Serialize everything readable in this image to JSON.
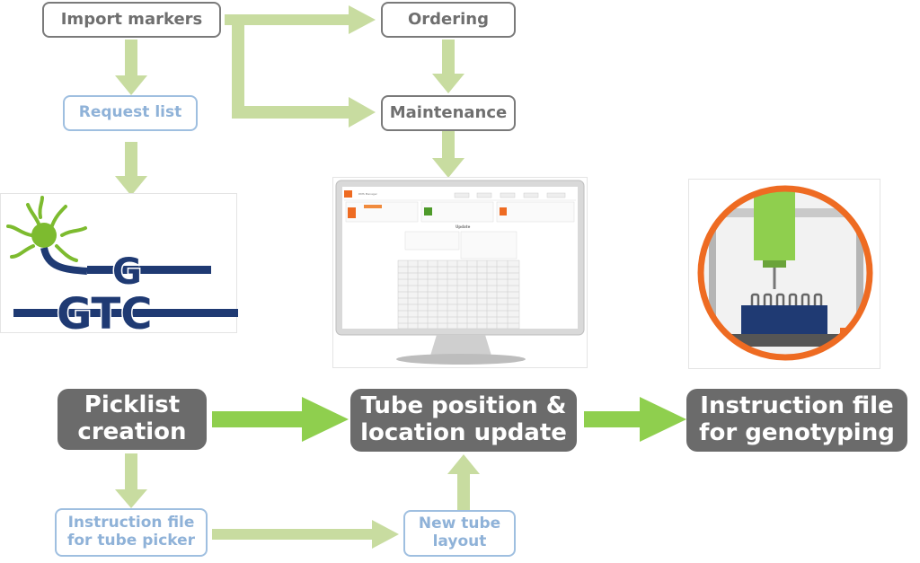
{
  "nodes": {
    "import_markers": "Import markers",
    "ordering": "Ordering",
    "request_list": "Request list",
    "maintenance": "Maintenance",
    "picklist_creation_1": "Picklist",
    "picklist_creation_2": "creation",
    "tube_position_1": "Tube position &",
    "tube_position_2": "location update",
    "instruction_genotyping_1": "Instruction file",
    "instruction_genotyping_2": "for genotyping",
    "instruction_picker_1": "Instruction file",
    "instruction_picker_2": "for tube picker",
    "new_tube_layout_1": "New tube",
    "new_tube_layout_2": "layout"
  },
  "logo": {
    "text_top": "G",
    "text_bottom": "GTC"
  },
  "screenshot": {
    "window_title": "DMS Manager",
    "section_update": "Update"
  },
  "colors": {
    "arrow_light": "#c8dca0",
    "arrow_strong": "#8fcf4e",
    "box_dark": "#6b6b6b",
    "box_outline_gray": "#7a7a7a",
    "box_outline_blue": "#9fbfe0",
    "logo_navy": "#1f3a73",
    "logo_green": "#7dbb2f",
    "robot_orange": "#ee6b22"
  }
}
